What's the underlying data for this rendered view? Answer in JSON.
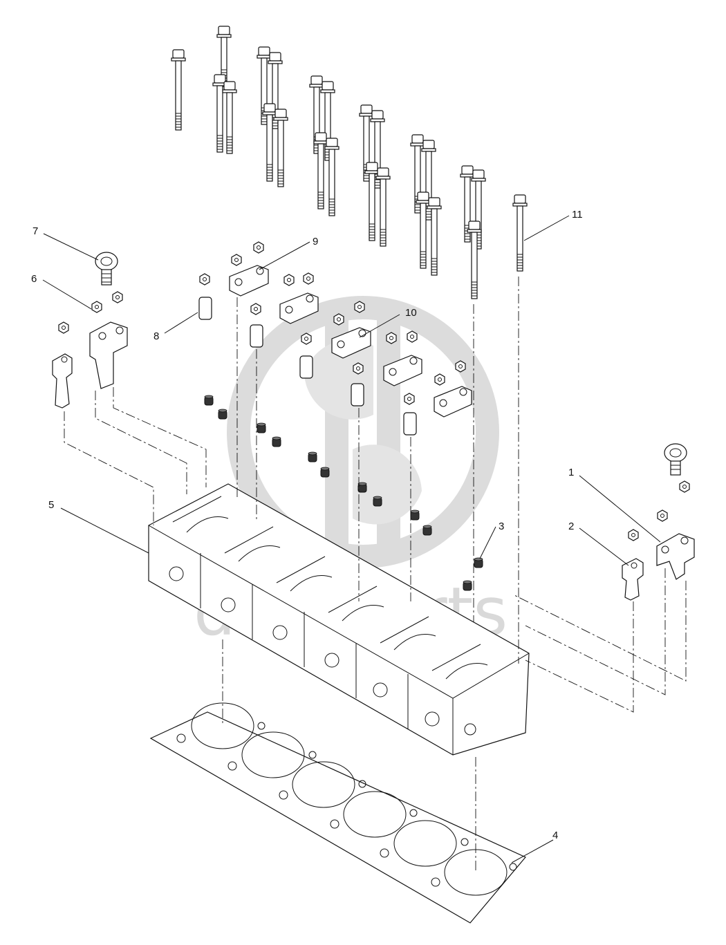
{
  "watermark": {
    "text": "datsparts",
    "color": "#d9d9d9"
  },
  "callouts": [
    {
      "id": "1",
      "label": "1"
    },
    {
      "id": "2",
      "label": "2"
    },
    {
      "id": "3",
      "label": "3"
    },
    {
      "id": "4",
      "label": "4"
    },
    {
      "id": "5",
      "label": "5"
    },
    {
      "id": "6",
      "label": "6"
    },
    {
      "id": "7",
      "label": "7"
    },
    {
      "id": "8",
      "label": "8"
    },
    {
      "id": "9",
      "label": "9"
    },
    {
      "id": "10",
      "label": "10"
    },
    {
      "id": "11",
      "label": "11"
    }
  ]
}
